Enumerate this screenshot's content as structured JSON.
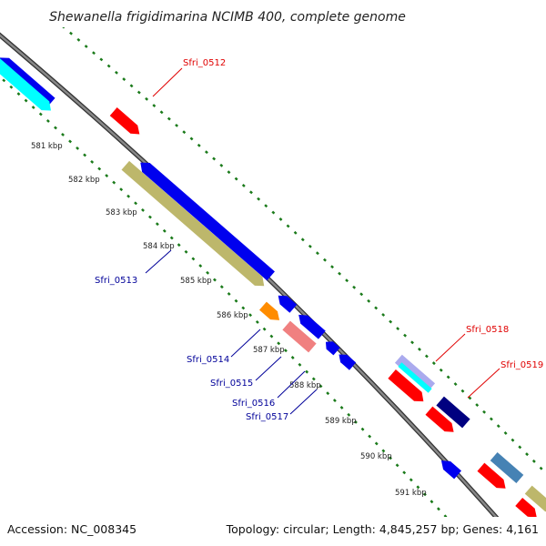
{
  "title": "Shewanella frigidimarina NCIMB 400, complete genome",
  "footer": {
    "accession": "Accession: NC_008345",
    "summary": "Topology: circular; Length: 4,845,257 bp; Genes: 4,161"
  },
  "colors": {
    "backbone": "#888888",
    "backbone_edge": "#333333",
    "ticks": "#1a7a1a",
    "forward_label": "#e00000",
    "reverse_label": "#000099"
  },
  "kbp_ticks": [
    "581 kbp",
    "582 kbp",
    "583 kbp",
    "584 kbp",
    "585 kbp",
    "586 kbp",
    "587 kbp",
    "588 kbp",
    "589 kbp",
    "590 kbp",
    "591 kbp"
  ],
  "gene_labels": [
    "Sfri_0512",
    "Sfri_0513",
    "Sfri_0514",
    "Sfri_0515",
    "Sfri_0516",
    "Sfri_0517",
    "Sfri_0518",
    "Sfri_0519"
  ],
  "gene_colors": {
    "forward": "#ff0000",
    "reverse": "#0000ee",
    "cyan": "#00ffff",
    "khaki": "#bdb76b",
    "orange": "#ff8c00",
    "pink": "#f08080",
    "navy": "#000080",
    "lavender": "#aaaaee",
    "steel": "#4682b4"
  }
}
